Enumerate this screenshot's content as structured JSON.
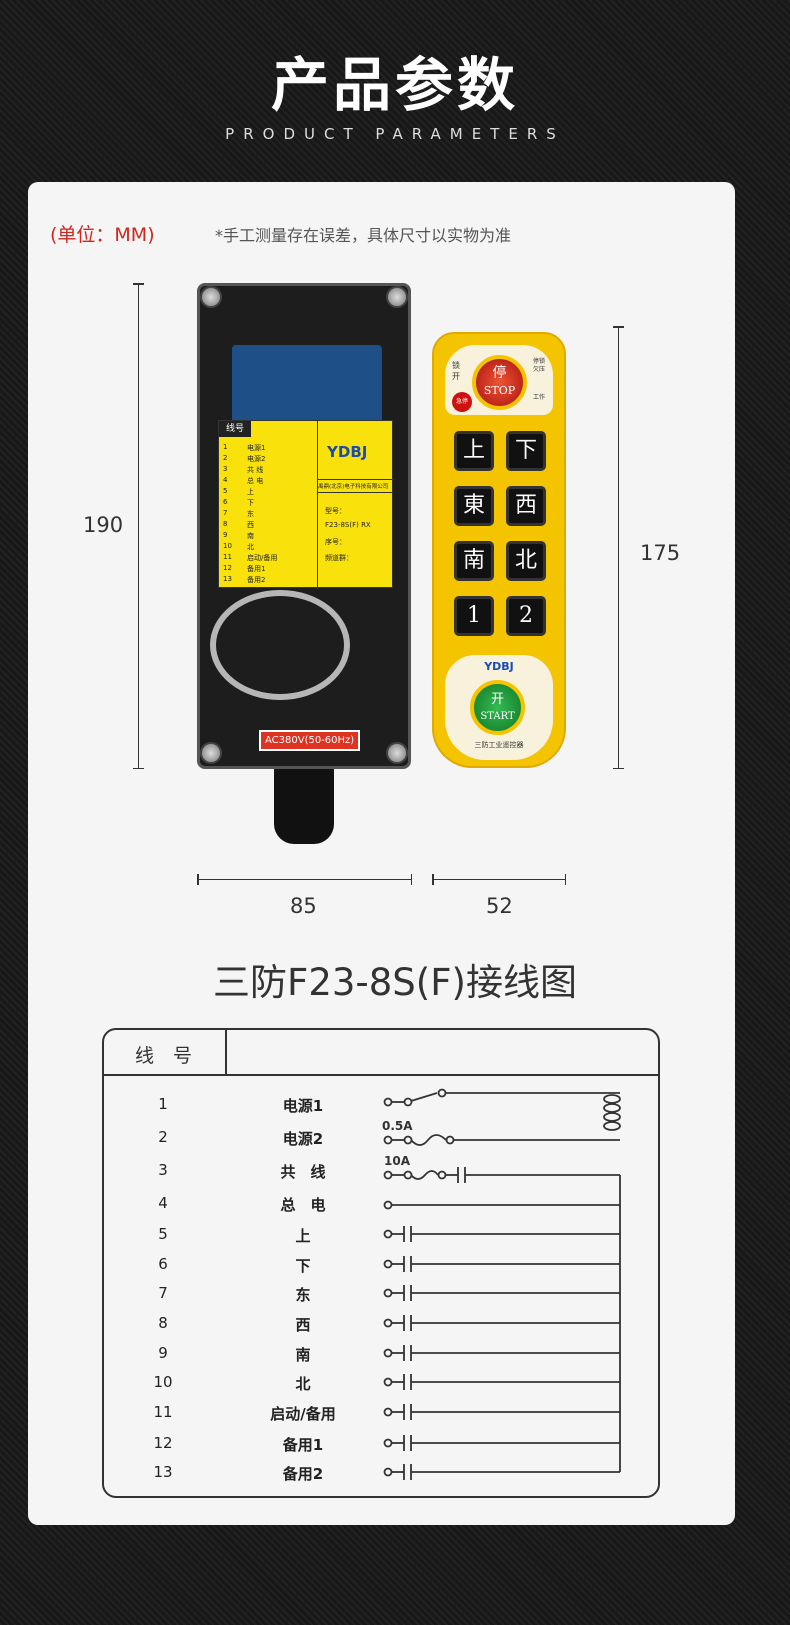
{
  "header": {
    "title": "产品参数",
    "subtitle": "PRODUCT PARAMETERS"
  },
  "card": {
    "unit": "(单位：MM)",
    "note": "*手工测量存在误差，具体尺寸以实物为准"
  },
  "dimensions": {
    "receiver_height": "190",
    "remote_height": "175",
    "receiver_width": "85",
    "remote_width": "52"
  },
  "receiver": {
    "sticker_header": "线号",
    "brand": "YDBJ",
    "company": "禹鼎(北京)电子科技有限公司",
    "model_label": "型号：",
    "model": "F23-8S(F)  RX",
    "serial_label": "序号：",
    "channel_label": "频道群：",
    "voltage_label": "AC380V(50-60Hz)",
    "sticker_rows": [
      [
        "1",
        "电源1"
      ],
      [
        "2",
        "电源2"
      ],
      [
        "3",
        "共 线"
      ],
      [
        "4",
        "总 电"
      ],
      [
        "5",
        "上"
      ],
      [
        "6",
        "下"
      ],
      [
        "7",
        "东"
      ],
      [
        "8",
        "西"
      ],
      [
        "9",
        "南"
      ],
      [
        "10",
        "北"
      ],
      [
        "11",
        "启动/备用"
      ],
      [
        "12",
        "备用1"
      ],
      [
        "13",
        "备用2"
      ]
    ]
  },
  "remote": {
    "stop_cn": "停",
    "stop": "STOP",
    "lock": "锁",
    "open": "开",
    "estop": "急停",
    "undervoltage": "停锁欠压",
    "work": "工作",
    "keys": [
      "上",
      "下",
      "東",
      "西",
      "南",
      "北",
      "1",
      "2"
    ],
    "brand": "YDBJ",
    "start_cn": "开",
    "start": "START",
    "name": "三防工业遥控器"
  },
  "diagram": {
    "title": "三防F23-8S(F)接线图",
    "header": "线　号",
    "fuse1": "0.5A",
    "fuse2": "10A",
    "rows": [
      {
        "n": "1",
        "label": "电源1"
      },
      {
        "n": "2",
        "label": "电源2"
      },
      {
        "n": "3",
        "label": "共　线"
      },
      {
        "n": "4",
        "label": "总　电"
      },
      {
        "n": "5",
        "label": "上"
      },
      {
        "n": "6",
        "label": "下"
      },
      {
        "n": "7",
        "label": "东"
      },
      {
        "n": "8",
        "label": "西"
      },
      {
        "n": "9",
        "label": "南"
      },
      {
        "n": "10",
        "label": "北"
      },
      {
        "n": "11",
        "label": "启动/备用"
      },
      {
        "n": "12",
        "label": "备用1"
      },
      {
        "n": "13",
        "label": "备用2"
      }
    ]
  }
}
